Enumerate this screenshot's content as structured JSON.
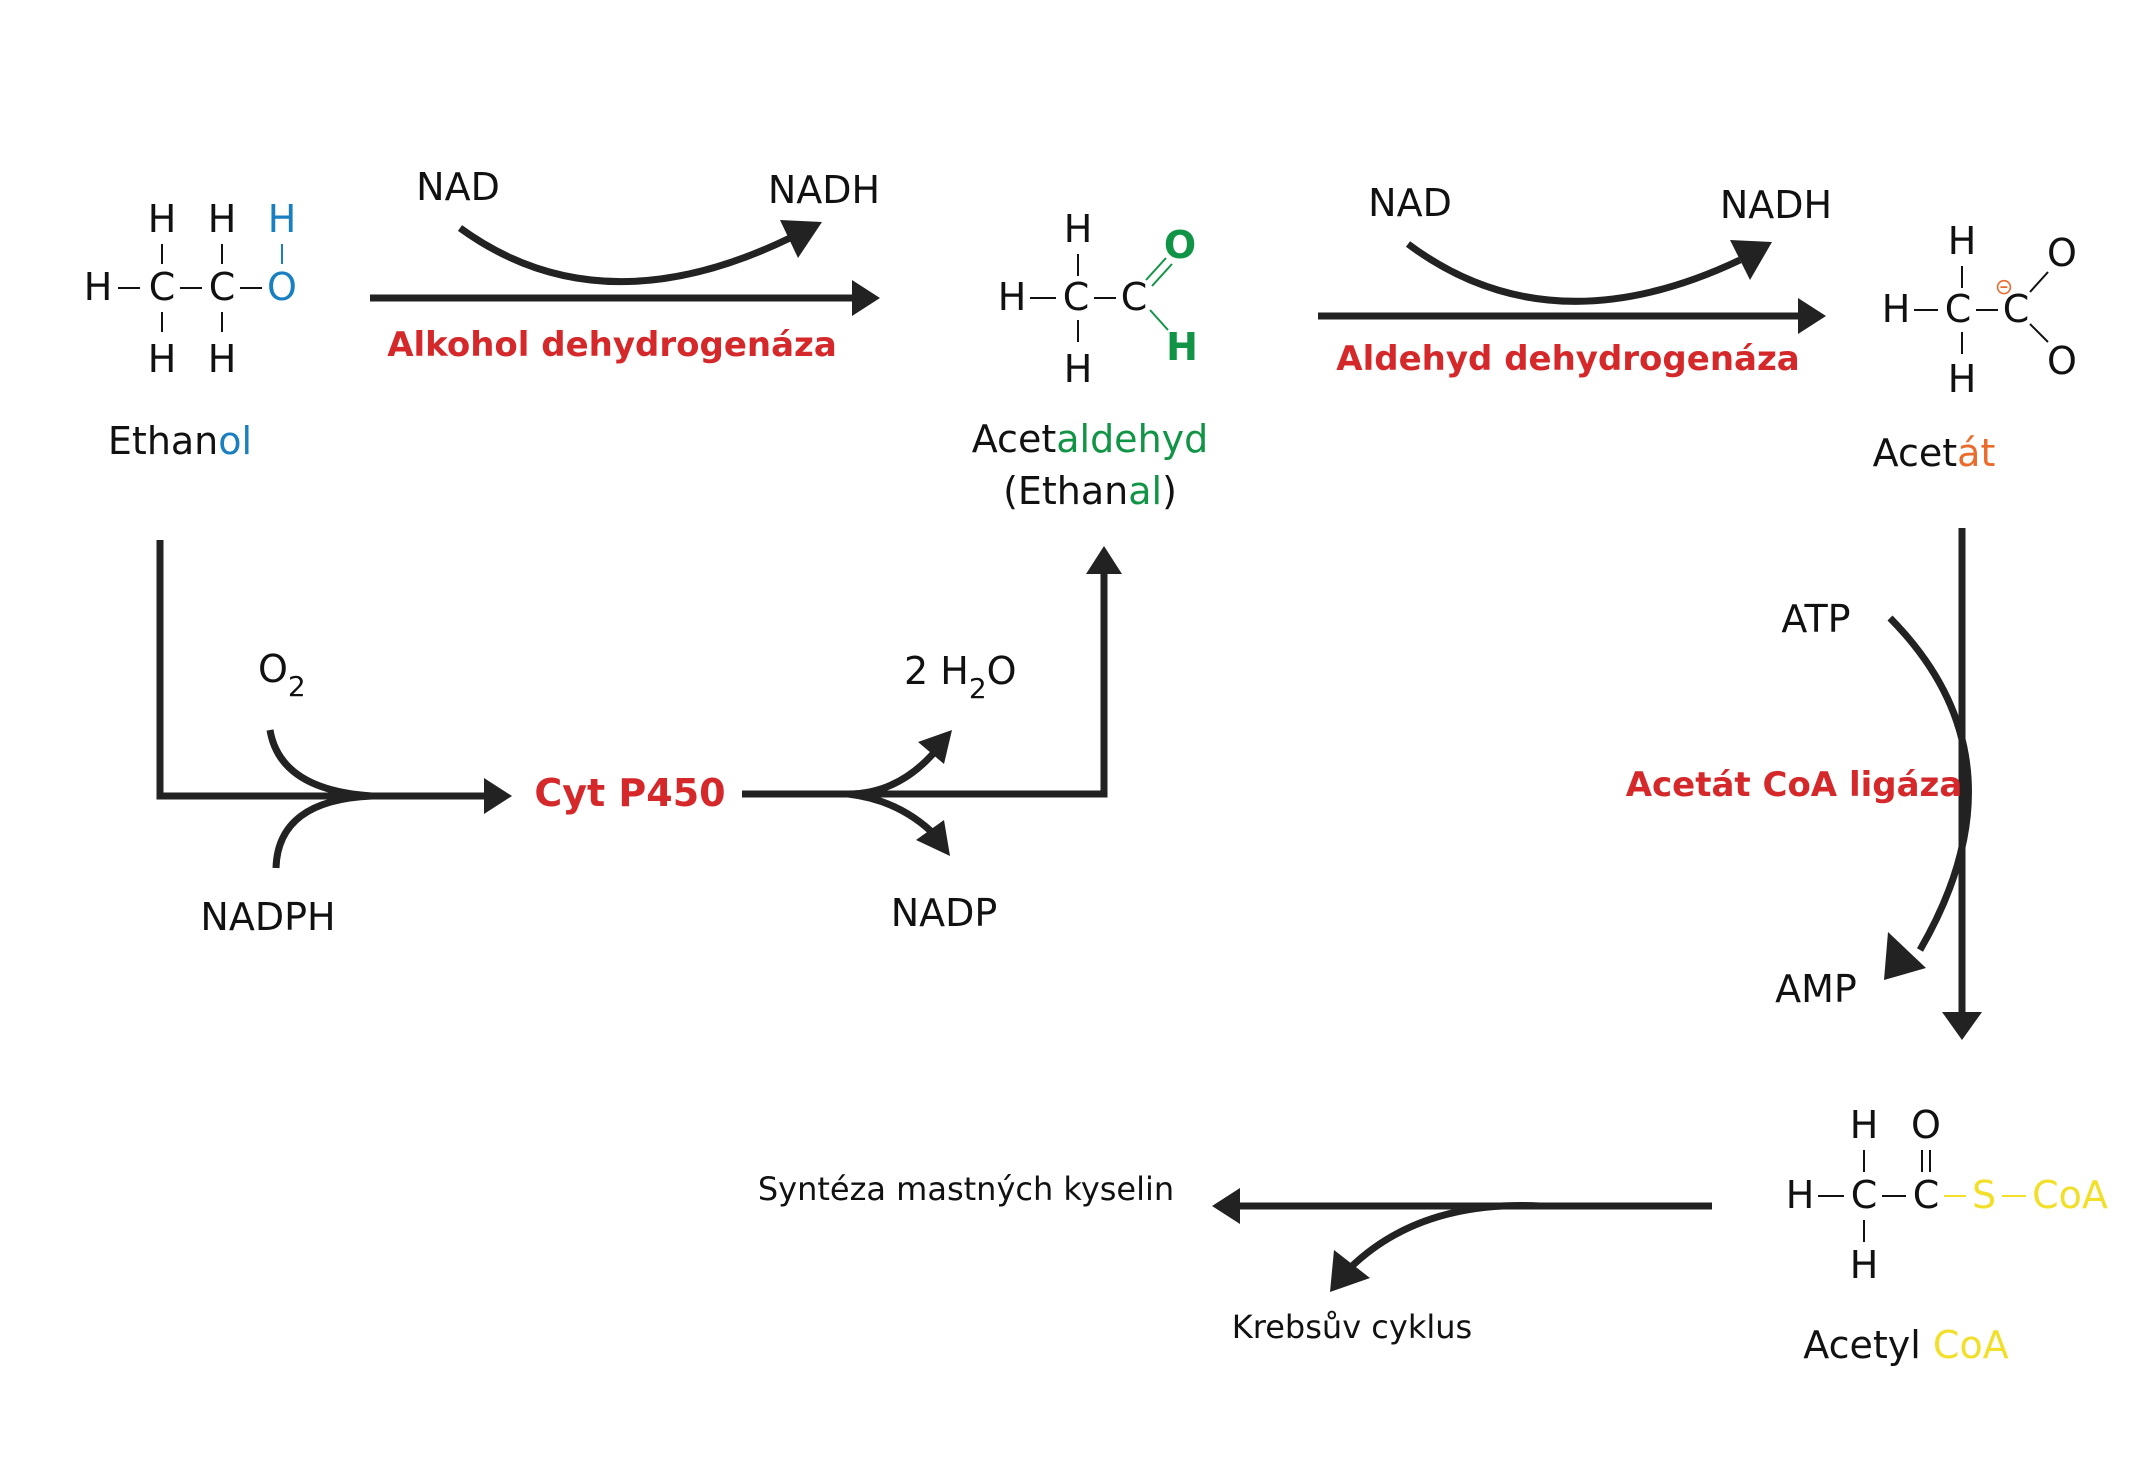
{
  "colors": {
    "black": "#111111",
    "blue": "#1a7fc0",
    "green": "#129446",
    "red": "#d4282a",
    "orange": "#ea6b2c",
    "yellow": "#f2df2a",
    "arrow": "#222222"
  },
  "atoms": {
    "H": "H",
    "C": "C",
    "O": "O",
    "S": "S",
    "CoA": "CoA",
    "minus": "⊝"
  },
  "ethanol": {
    "name_black": "Ethan",
    "name_blue": "ol"
  },
  "acetaldehyde": {
    "name_black": "Acet",
    "name_green": "aldehyd",
    "alt_open": "(Ethan",
    "alt_green": "al",
    "alt_close": ")"
  },
  "acetate": {
    "name_black": "Acet",
    "name_orange": "át"
  },
  "acetyl_coa": {
    "name_black": "Acetyl ",
    "name_yellow": "CoA"
  },
  "reaction1": {
    "cofactor_in": "NAD",
    "cofactor_out": "NADH",
    "enzyme": "Alkohol dehydrogenáza"
  },
  "reaction2": {
    "cofactor_in": "NAD",
    "cofactor_out": "NADH",
    "enzyme": "Aldehyd dehydrogenáza"
  },
  "reaction3": {
    "cofactor_in": "ATP",
    "cofactor_out": "AMP",
    "enzyme": "Acetát CoA ligáza"
  },
  "cyp_pathway": {
    "o2_main": "O",
    "o2_sub": "2",
    "nadph": "NADPH",
    "enzyme": "Cyt P450",
    "water_coef": "2 H",
    "water_sub": "2",
    "water_o": "O",
    "nadp": "NADP"
  },
  "outputs": {
    "fatty_acids": "Syntéza mastných kyselin",
    "krebs": "Krebsův cyklus"
  }
}
